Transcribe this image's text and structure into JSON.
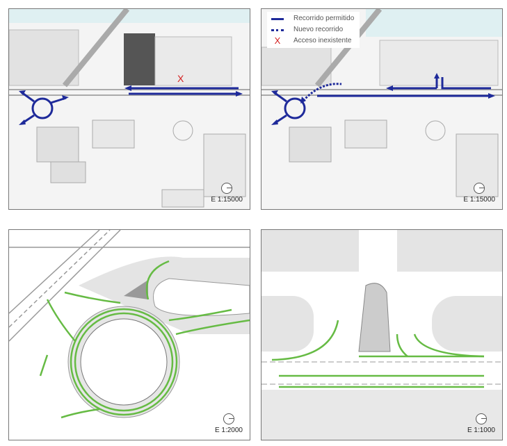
{
  "panels": [
    {
      "id": "top-left",
      "scale": "E 1:15000",
      "marker": "X"
    },
    {
      "id": "top-right",
      "scale": "E 1:15000"
    },
    {
      "id": "bottom-left",
      "scale": "E 1:2000"
    },
    {
      "id": "bottom-right",
      "scale": "E 1:1000"
    }
  ],
  "legend": {
    "items": [
      {
        "label": "Recorrido permitido",
        "symbol": "solid-line"
      },
      {
        "label": "Nuevo recorrido",
        "symbol": "dotted-line"
      },
      {
        "label": "Acceso inexistente",
        "symbol": "X"
      }
    ]
  },
  "colors": {
    "route": "#1e2a9a",
    "new_route": "#1e2a9a",
    "missing_access": "#d42020",
    "lane_arrow": "#66bb44",
    "water": "#dff0f2"
  }
}
